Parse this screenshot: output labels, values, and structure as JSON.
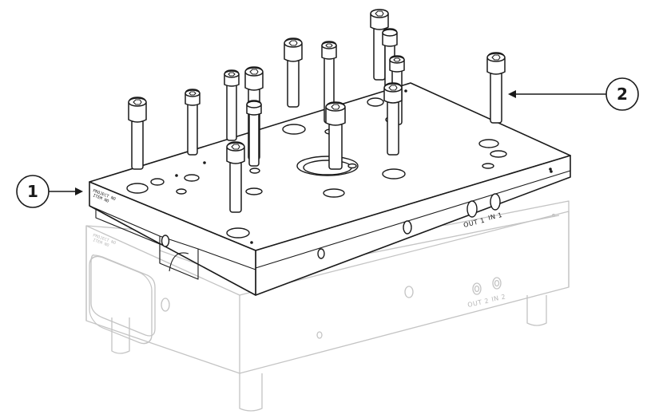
{
  "plate": {
    "label_line1": "PROJECT NO",
    "label_line2": "ITEM NO",
    "port_out": "OUT 1",
    "port_in": "IN 1"
  },
  "base": {
    "label_line1": "PROJECT NO",
    "label_line2": "ITEM NO",
    "port_out": "OUT 2",
    "port_in": "IN 2"
  },
  "callouts": [
    {
      "number": "1"
    },
    {
      "number": "2"
    }
  ],
  "colors": {
    "ink": "#1a1a1a",
    "ghost": "#c4c4c4",
    "background": "#ffffff"
  }
}
